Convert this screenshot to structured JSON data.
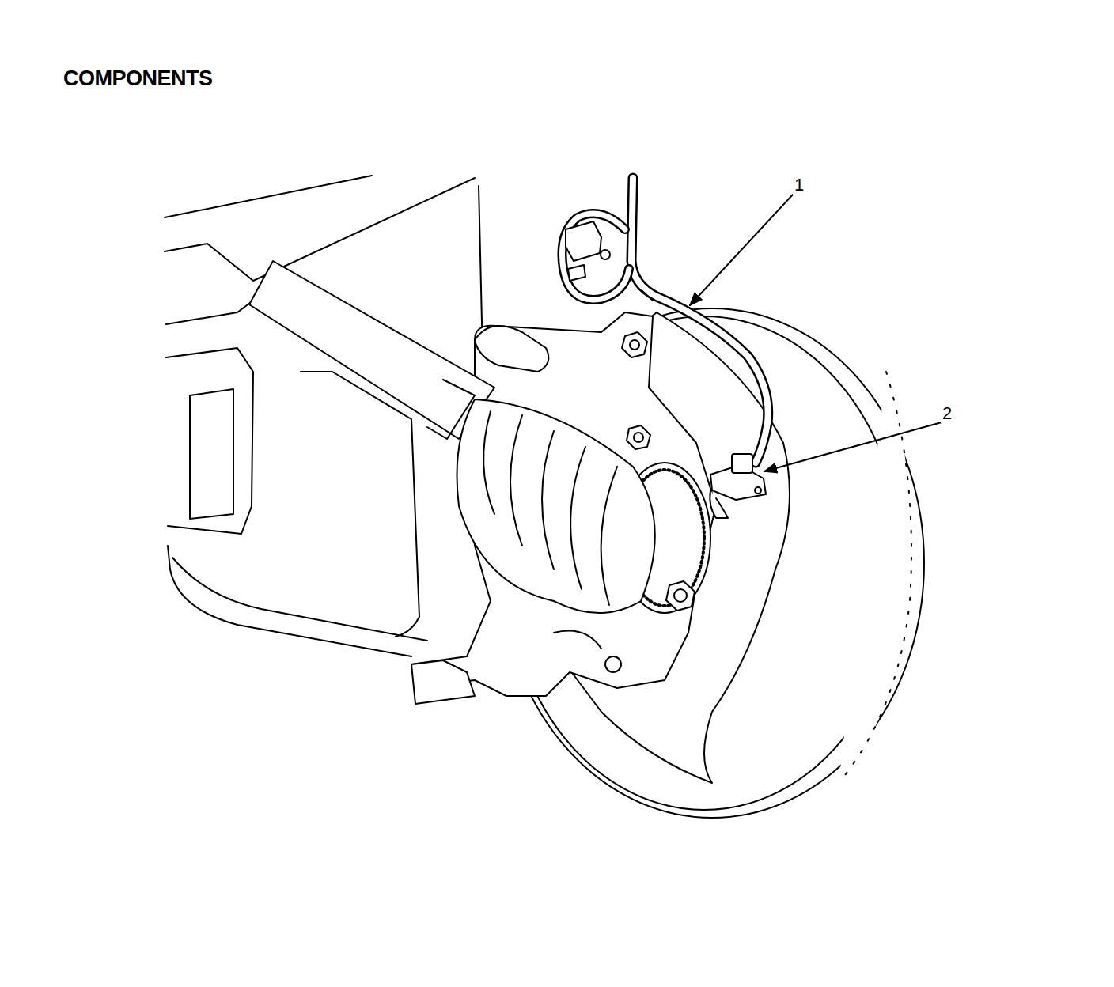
{
  "diagram": {
    "title": "COMPONENTS",
    "labels": [
      "1",
      "2"
    ]
  }
}
